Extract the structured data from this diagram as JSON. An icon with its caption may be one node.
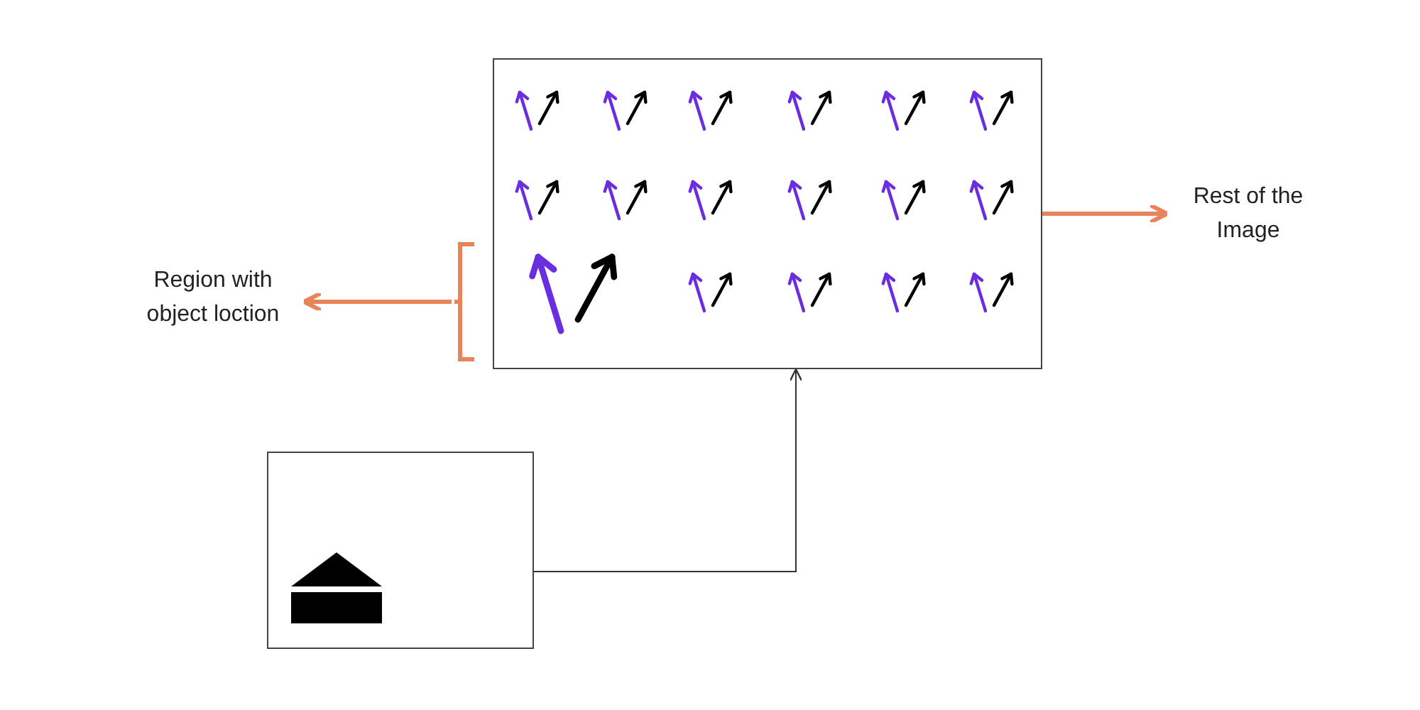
{
  "diagram": {
    "nodes": [
      {
        "text": [],
        "shape": "picture"
      },
      {
        "text": [
          "Rest of the Image"
        ]
      },
      {
        "text": [
          "Region with object loction"
        ]
      },
      {
        "text": [],
        "shape": "bracket"
      },
      {
        "text": [],
        "shape": "picture"
      }
    ],
    "edges": [
      {
        "from": 0,
        "to": 1,
        "arrow": "to"
      },
      {
        "from": 3,
        "to": 2,
        "arrow": "to"
      },
      {
        "from": 4,
        "to": 0,
        "arrow": "to",
        "color": "#333333"
      }
    ]
  }
}
